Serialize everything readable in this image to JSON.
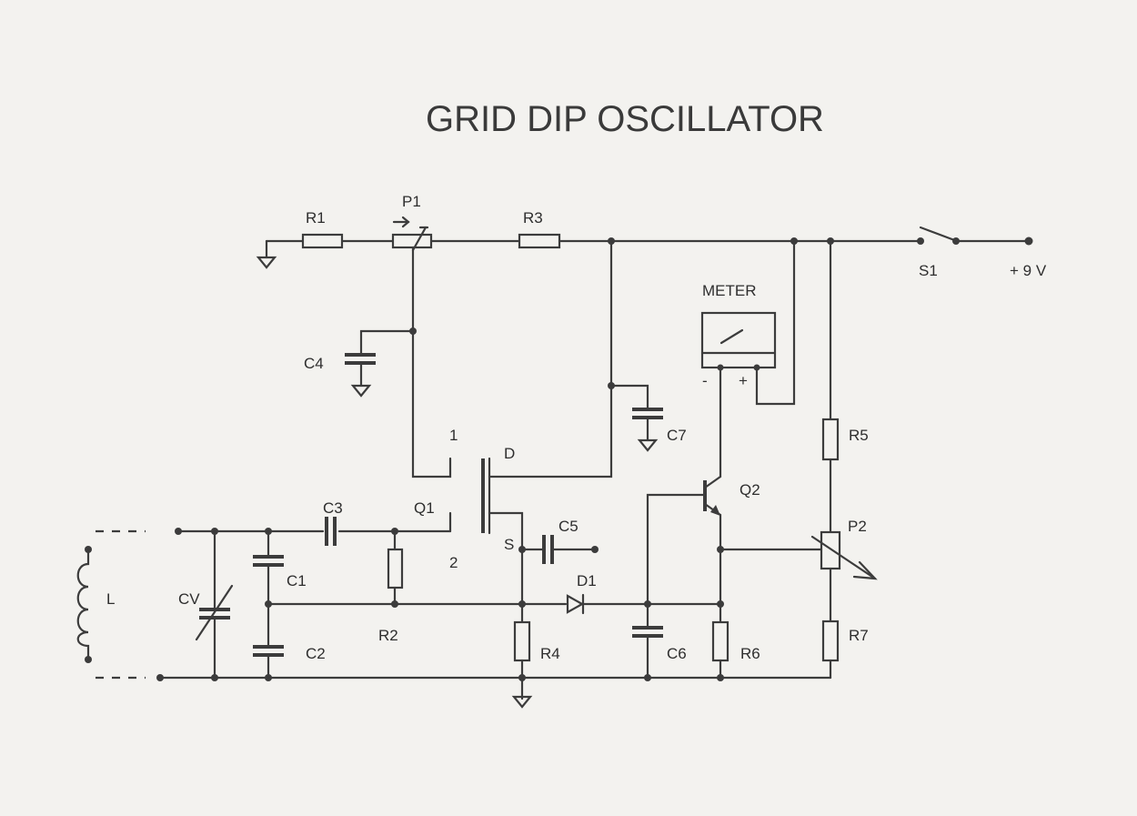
{
  "title": "GRID DIP OSCILLATOR",
  "labels": {
    "r1": "R1",
    "p1": "P1",
    "r3": "R3",
    "s1": "S1",
    "supply": "+ 9 V",
    "meter": "METER",
    "meter_minus": "-",
    "meter_plus": "+",
    "c4": "C4",
    "c7": "C7",
    "r5": "R5",
    "q2": "Q2",
    "pin1": "1",
    "pin2": "2",
    "drain": "D",
    "source": "S",
    "q1": "Q1",
    "c3": "C3",
    "c5": "C5",
    "d1": "D1",
    "p2": "P2",
    "c1": "C1",
    "c2": "C2",
    "cv": "CV",
    "l": "L",
    "r2": "R2",
    "r4": "R4",
    "c6": "C6",
    "r6": "R6",
    "r7": "R7"
  }
}
